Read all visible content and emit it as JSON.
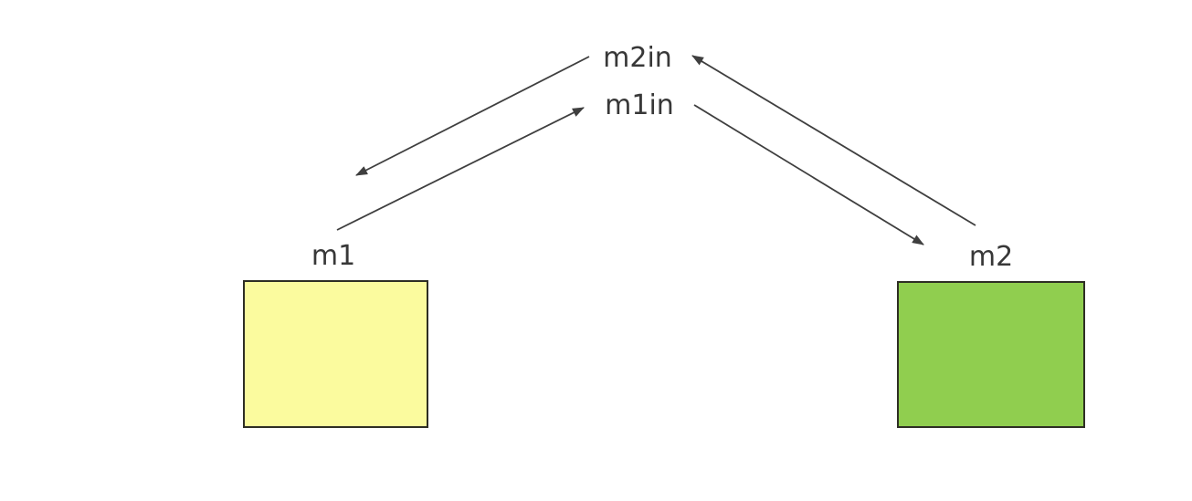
{
  "diagram": {
    "colors": {
      "background": "#ffffff",
      "line": "#3f3f3f",
      "border": "#2e2e24",
      "text": "#383838"
    },
    "center_labels": [
      {
        "id": "m2in",
        "text": "m2in"
      },
      {
        "id": "m1in",
        "text": "m1in"
      }
    ],
    "nodes": [
      {
        "id": "m1",
        "label": "m1",
        "fill": "#FBFB9E"
      },
      {
        "id": "m2",
        "label": "m2",
        "fill": "#90CE4F"
      }
    ],
    "edges": [
      {
        "from": "m2in",
        "to": "m1",
        "arrow_at": "m1"
      },
      {
        "from": "m1",
        "to": "m1in",
        "arrow_at": "m1in"
      },
      {
        "from": "m2",
        "to": "m2in",
        "arrow_at": "m2in"
      },
      {
        "from": "m1in",
        "to": "m2",
        "arrow_at": "m2"
      }
    ]
  }
}
